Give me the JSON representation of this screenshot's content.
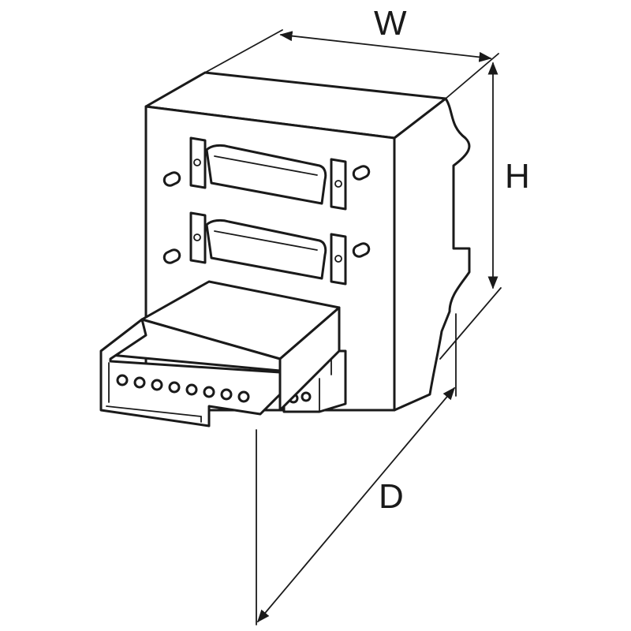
{
  "dimensions": {
    "width_label": "W",
    "height_label": "H",
    "depth_label": "D"
  },
  "colors": {
    "line": "#1a1a1a",
    "background": "#ffffff"
  }
}
